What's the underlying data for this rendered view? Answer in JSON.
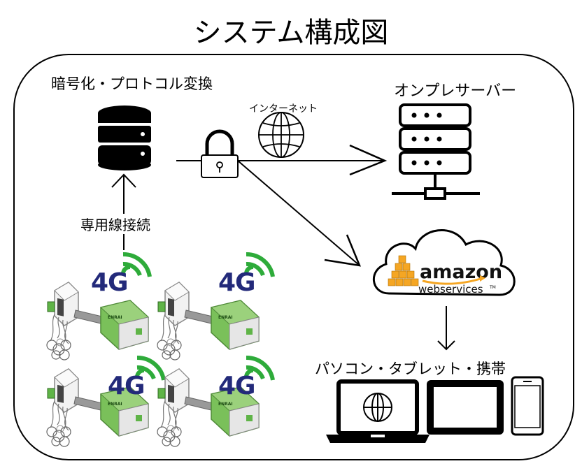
{
  "title": "システム構成図",
  "labels": {
    "encryption": "暗号化・プロトコル変換",
    "onprem_server": "オンプレサーバー",
    "internet": "インターネット",
    "dedicated_line": "専用線接続",
    "devices": "パソコン・タブレット・携帯"
  },
  "signal": "4G",
  "aws": {
    "brand": "amazon",
    "sub": "webservices",
    "tm": "TM"
  },
  "device_brand": "ENRAI",
  "colors": {
    "signal_green": "#2eab3a",
    "signal_text": "#232a7a",
    "aws_orange": "#f5a623",
    "device_green": "#5fb447"
  },
  "icons": [
    "database-icon",
    "lock-icon",
    "globe-icon",
    "server-rack-icon",
    "cloud-icon",
    "laptop-icon",
    "tablet-icon",
    "phone-icon",
    "sensor-device-icon"
  ]
}
